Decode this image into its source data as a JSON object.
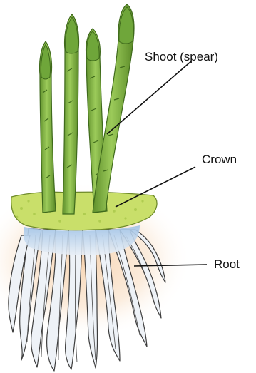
{
  "labels": {
    "shoot": "Shoot (spear)",
    "crown": "Crown",
    "root": "Root"
  },
  "colors": {
    "spear_fill": "#8cbf4e",
    "spear_dark": "#4a7a22",
    "spear_tip": "#6fa63a",
    "crown_fill": "#c9df6a",
    "crown_edge": "#6e8a2a",
    "root_fill": "#e8eef5",
    "root_stroke": "#3d3d3d",
    "root_base_blue": "#a9c8e8",
    "glow": "#f3c9a2",
    "leader": "#111111"
  }
}
